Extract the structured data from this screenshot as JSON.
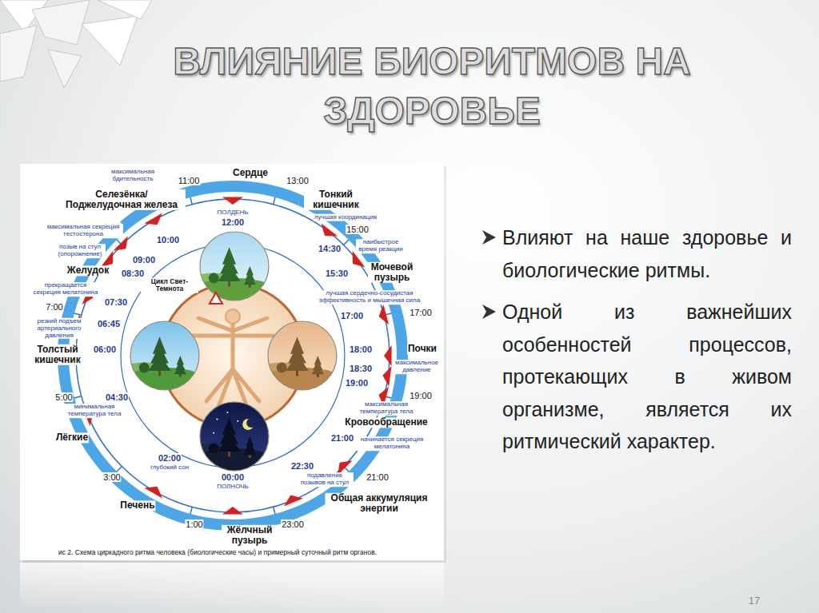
{
  "diagram": {
    "title": "ВЛИЯНИЕ БИОРИТМОВ НА ЗДОРОВЬЕ",
    "caption": "ис 2. Схема циркадного ритма человека (биологические часы) и примерный суточный ритм органов.",
    "labels": [
      "максимальная бдительность",
      "11:00",
      "Сердце",
      "13:00",
      "Селезёнка/ Поджелудочная железа",
      "Тонкий кишечник",
      "ПОЛДЕНЬ",
      "12:00",
      "9:00",
      "максимальная секреция тестостерона",
      "лучшая координация",
      "15:00",
      "10:00",
      "позыв на стул (опорожнение)",
      "наибыстрое время реакции",
      "14:30",
      "09:00",
      "Мочевой пузырь",
      "Желудок",
      "08:30",
      "15:30",
      "Цикл Свет-Темнота",
      "лучшая сердечно-сосудистая эффективность и мышечная сила",
      "прекращается секреция мелатонина",
      "07:30",
      "7:00",
      "17:00",
      "17:00",
      "06:45",
      "резкий подъем артериального давления",
      "Толстый кишечник",
      "06:00",
      "18:00",
      "Почки",
      "18:30",
      "максимальное давление",
      "19:00",
      "5:00",
      "04:30",
      "минимальная температура тела",
      "максимальная температура тела",
      "19:00",
      "Кровообращение",
      "Лёгкие",
      "21:00",
      "начинается секреция мелатонина",
      "02:00",
      "глубокий сон",
      "22:30",
      "подавление позывов на стул",
      "3:00",
      "21:00",
      "00:00",
      "ПОЛНОЧЬ",
      "Общая аккумуляция энергии",
      "Печень",
      "1:00",
      "23:00",
      "Жёлчный пузырь",
      "Влияют на наше здоровье и биологические ритмы.",
      "Одной из важнейших особенностей процессов, протекающих в живом организме, является их ритмический характер.",
      "17"
    ]
  }
}
